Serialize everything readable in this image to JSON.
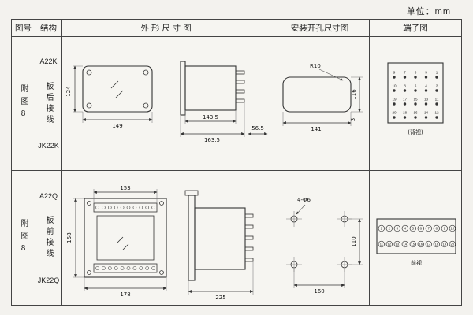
{
  "unit_label": "单位：mm",
  "headers": {
    "fig_no": "图号",
    "structure": "结构",
    "outline": "外 形 尺 寸 图",
    "mounting": "安装开孔尺寸图",
    "terminal": "端子图"
  },
  "rows": [
    {
      "fig_no": "附图8",
      "model": "A22K",
      "wiring": "板后接线",
      "relay": "JK22K",
      "outline_dims": {
        "h": "124",
        "w": "149",
        "d1": "143.5",
        "d2": "163.5",
        "d3": "56.5"
      },
      "mounting_dims": {
        "r": "R10",
        "w": "141",
        "h": "116",
        "edge": "3"
      },
      "terminal_label": "(背视)",
      "terminal_grid": [
        [
          9,
          7,
          5,
          3,
          1
        ],
        [
          10,
          8,
          6,
          4,
          2
        ],
        [
          19,
          17,
          15,
          13,
          11
        ],
        [
          20,
          18,
          16,
          14,
          12
        ]
      ]
    },
    {
      "fig_no": "附图8",
      "model": "A22Q",
      "wiring": "板前接线",
      "relay": "JK22Q",
      "outline_dims": {
        "t": "153",
        "h": "158",
        "w": "178",
        "d": "225"
      },
      "mounting_dims": {
        "holes": "4-Φ6",
        "h": "110",
        "w": "160"
      },
      "terminal_label": "前视",
      "terminal_top": [
        1,
        2,
        3,
        4,
        5,
        6,
        7,
        8,
        9,
        10
      ],
      "terminal_bottom": [
        11,
        12,
        13,
        14,
        15,
        16,
        17,
        18,
        19,
        20
      ]
    }
  ]
}
